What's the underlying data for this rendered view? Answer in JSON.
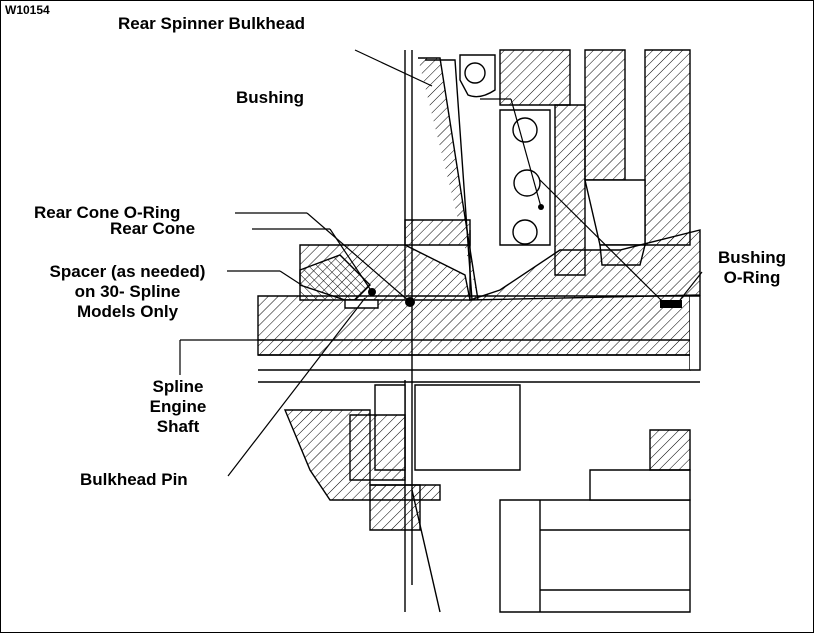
{
  "figure_id": "W10154",
  "labels": {
    "rear_spinner_bulkhead": "Rear Spinner Bulkhead",
    "bushing": "Bushing",
    "rear_cone_oring": "Rear Cone O-Ring",
    "rear_cone": "Rear Cone",
    "spacer_line1": "Spacer (as needed)",
    "spacer_line2": "on 30- Spline",
    "spacer_line3": "Models Only",
    "bushing_oring_line1": "Bushing",
    "bushing_oring_line2": "O-Ring",
    "spline_line1": "Spline",
    "spline_line2": "Engine",
    "spline_line3": "Shaft",
    "bulkhead_pin": "Bulkhead Pin"
  }
}
